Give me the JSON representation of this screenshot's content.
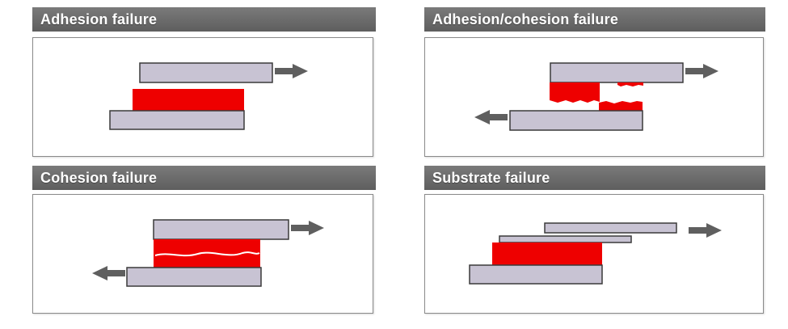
{
  "colors": {
    "substrate_fill": "#c8c3d3",
    "substrate_stroke": "#3a3a3a",
    "adhesive_fill": "#ee0000",
    "arrow_fill": "#5f5f5f",
    "header_bg": "#6b6b6b",
    "header_text": "#ffffff"
  },
  "panels": [
    {
      "title": "Adhesion failure"
    },
    {
      "title": "Adhesion/cohesion failure"
    },
    {
      "title": "Cohesion failure"
    },
    {
      "title": "Substrate failure"
    }
  ]
}
